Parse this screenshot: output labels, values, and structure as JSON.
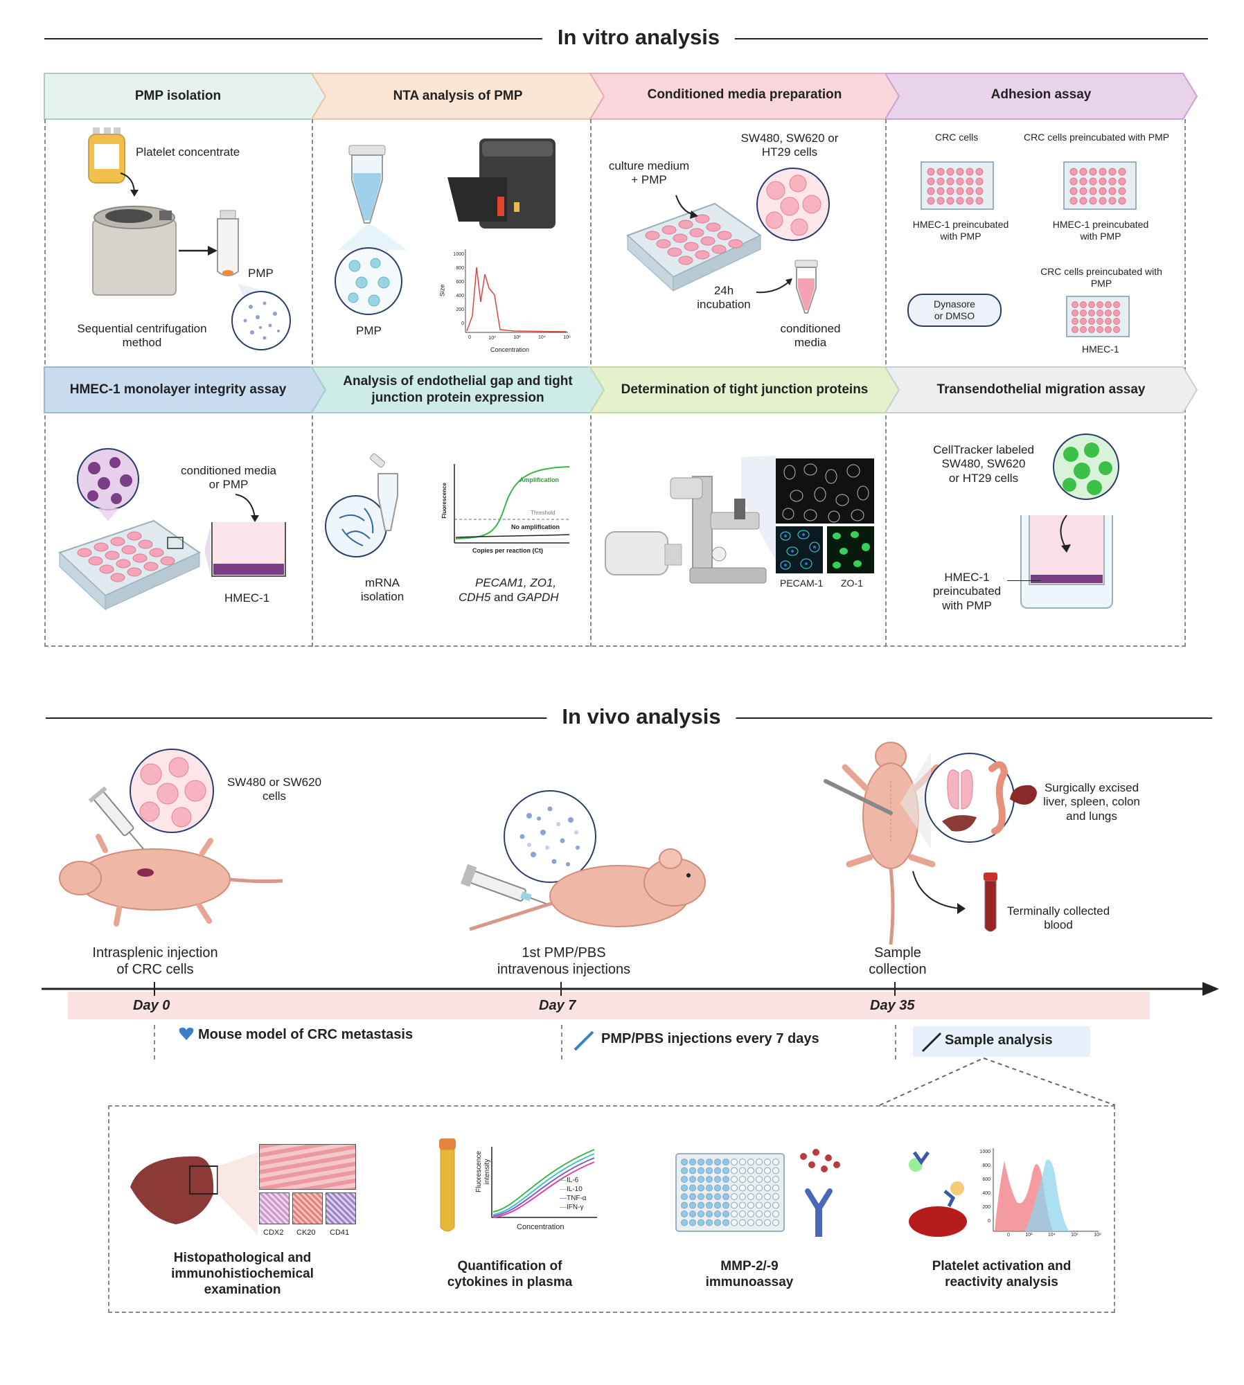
{
  "in_vitro": {
    "title": "In vitro analysis",
    "row1": [
      {
        "title": "PMP isolation",
        "color": "#e6f2f0"
      },
      {
        "title": "NTA analysis of PMP",
        "color": "#fbe6d6"
      },
      {
        "title": "Conditioned media preparation",
        "color": "#f9d6dc"
      },
      {
        "title": "Adhesion assay",
        "color": "#e8d3ea"
      }
    ],
    "row2": [
      {
        "title": "HMEC-1 monolayer integrity assay",
        "color": "#c9dbef"
      },
      {
        "title": "Analysis of endothelial gap and tight junction protein expression",
        "color": "#cdebe7"
      },
      {
        "title": "Determination of tight junction proteins",
        "color": "#e5f0cd"
      },
      {
        "title": "Transendothelial migration assay",
        "color": "#eceeef"
      }
    ],
    "pmp_isolation": {
      "platelet": "Platelet concentrate",
      "method": "Sequential centrifugation\nmethod",
      "pmp": "PMP"
    },
    "nta": {
      "pmp": "PMP",
      "ylabel": "Size",
      "xlabel": "Concentration",
      "y_ticks": [
        "1000",
        "800",
        "600",
        "400",
        "200",
        "0"
      ],
      "x_ticks": [
        "0",
        "10⁰",
        "10²",
        "10⁴",
        "10⁶"
      ]
    },
    "conditioned": {
      "cells": "SW480, SW620 or\nHT29 cells",
      "medium": "culture medium\n+ PMP",
      "incubation": "24h\nincubation",
      "media": "conditioned\nmedia"
    },
    "adhesion": {
      "crc1": "CRC cells",
      "hmec1": "HMEC-1 preincubated\nwith PMP",
      "crc2": "CRC cells  preincubated with PMP",
      "hmec2": "HMEC-1 preincubated\nwith PMP",
      "dyn": "Dynasore\nor DMSO",
      "crc3": "CRC cells  preincubated with\nPMP",
      "hmec3": "HMEC-1"
    },
    "integrity": {
      "media": "conditioned media\nor PMP",
      "hmec": "HMEC-1"
    },
    "gap": {
      "mrna": "mRNA\nisolation",
      "genes_line1": "PECAM1, ZO1,",
      "genes_line2a": "CDH5",
      "genes_and": " and ",
      "genes_line2b": "GAPDH",
      "ylabel": "Fluorescence",
      "xlabel": "Copies per reaction (Ct)",
      "amp": "Amplification",
      "threshold": "Threshold",
      "noamp": "No amplification"
    },
    "tight": {
      "pecam": "PECAM-1",
      "zo": "ZO-1"
    },
    "migration": {
      "cells": "CellTracker labeled\nSW480, SW620\nor HT29 cells",
      "hmec": "HMEC-1\npreincubated\nwith PMP"
    }
  },
  "in_vivo": {
    "title": "In vivo analysis",
    "cells": "SW480 or SW620\ncells",
    "injection": "Intrasplenic injection\nof CRC cells",
    "pmp_inj": "1st PMP/PBS\nintravenous injections",
    "excised": "Surgically excised\nliver, spleen, colon\nand lungs",
    "blood": "Terminally collected\nblood",
    "collection": "Sample\ncollection",
    "days": [
      "Day 0",
      "Day 7",
      "Day 35"
    ],
    "phases": [
      "Mouse model of CRC metastasis",
      "PMP/PBS injections every 7 days",
      "Sample analysis"
    ],
    "analyses": [
      "Histopathological and\nimmunohistiochemical\nexamination",
      "Quantification of\ncytokines in plasma",
      "MMP-2/-9\nimmunoassay",
      "Platelet activation and\nreactivity analysis"
    ],
    "histo_labels": [
      "CDX2",
      "CK20",
      "CD41"
    ],
    "cyto_ylabel": "Fluorescence\nintensity",
    "cyto_xlabel": "Concentration",
    "cytokines": [
      {
        "name": "IL-6",
        "color": "#3cb44b"
      },
      {
        "name": "IL-10",
        "color": "#39c5c5"
      },
      {
        "name": "TNF-α",
        "color": "#7c5cc4"
      },
      {
        "name": "IFN-γ",
        "color": "#e040a0"
      }
    ],
    "flow_y_ticks": [
      "1000",
      "800",
      "600",
      "400",
      "200",
      "0"
    ],
    "flow_x_ticks": [
      "0",
      "10²",
      "10⁴",
      "10⁶",
      "10⁸"
    ]
  }
}
